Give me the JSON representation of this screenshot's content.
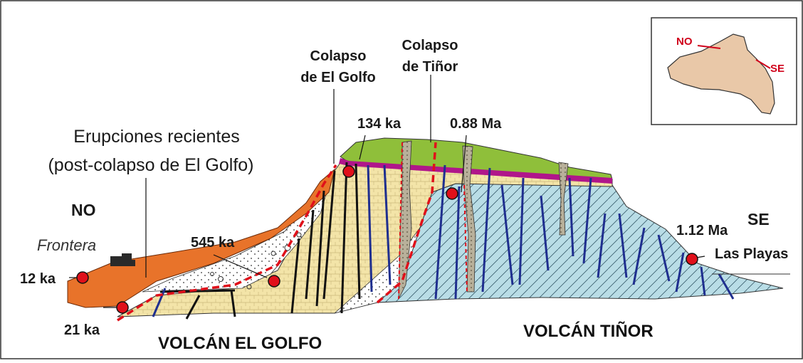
{
  "colors": {
    "lava_recent": "#e8732a",
    "el_golfo": "#f3e4a8",
    "tinor": "#b9dde6",
    "green_cap": "#8fbf3a",
    "magenta_band": "#b0168a",
    "dyke": "#1f2f8f",
    "fault": "#e0101a",
    "marker": "#e0101a",
    "island": "#e9c8a8"
  },
  "labels": {
    "erupciones_line1": "Erupciones recientes",
    "erupciones_line2": "(post-colapso de El Golfo)",
    "no": "NO",
    "se": "SE",
    "frontera": "Frontera",
    "las_playas": "Las Playas",
    "colapso_golfo_line1": "Colapso",
    "colapso_golfo_line2": "de El Golfo",
    "colapso_tinor_line1": "Colapso",
    "colapso_tinor_line2": "de Tiñor",
    "volcan_el_golfo": "VOLCÁN EL GOLFO",
    "volcan_tinor": "VOLCÁN TIÑOR"
  },
  "ages": {
    "a12ka": "12 ka",
    "a21ka": "21 ka",
    "a545ka": "545 ka",
    "a134ka": "134 ka",
    "a088ma": "0.88 Ma",
    "a112ma": "1.12 Ma"
  },
  "inset": {
    "no": "NO",
    "se": "SE"
  }
}
